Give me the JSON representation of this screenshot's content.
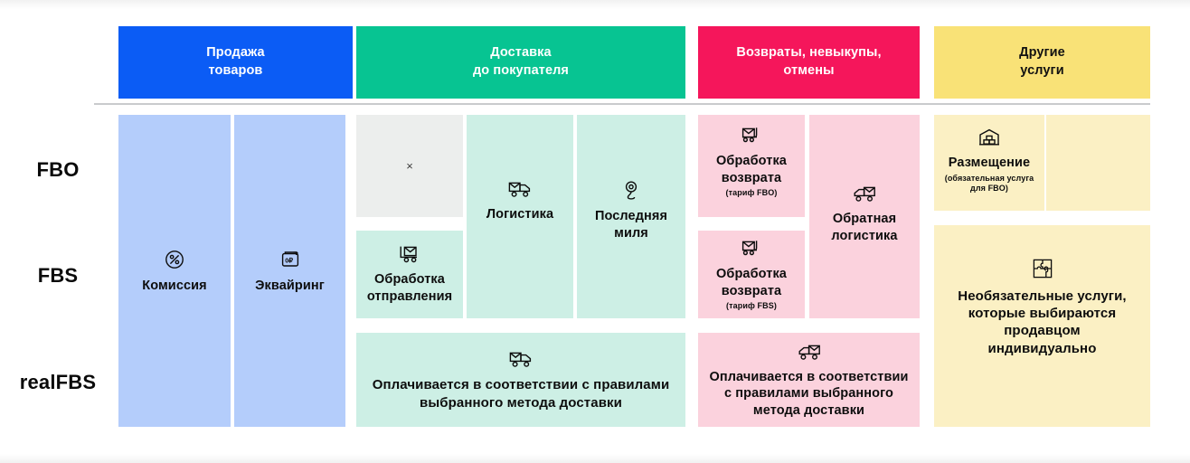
{
  "headers": [
    {
      "id": "sale",
      "label": "Продажа\nтоваров",
      "bg": "#0b5cf5",
      "fg": "#ffffff"
    },
    {
      "id": "delivery",
      "label": "Доставка\nдо покупателя",
      "bg": "#07c492",
      "fg": "#ffffff"
    },
    {
      "id": "returns",
      "label": "Возвраты, невыкупы,\nотмены",
      "bg": "#f5165b",
      "fg": "#ffffff"
    },
    {
      "id": "other",
      "label": "Другие\nуслуги",
      "bg": "#f9e277",
      "fg": "#111111"
    }
  ],
  "rows": [
    {
      "id": "fbo",
      "label": "FBO"
    },
    {
      "id": "fbs",
      "label": "FBS"
    },
    {
      "id": "realfbs",
      "label": "realFBS"
    }
  ],
  "palette": {
    "blue_header": "#0b5cf5",
    "green_header": "#07c492",
    "pink_header": "#f5165b",
    "yellow_header": "#f9e277",
    "blue_cell": "#b4cdfb",
    "mint_cell": "#cdefe5",
    "pink_cell": "#fbd2dd",
    "yellow_cell": "#fbf0c4",
    "grey_cell": "#eceeed",
    "divider": "#c9cbcd",
    "text_dark": "#0d0d0d"
  },
  "cells": {
    "commission": {
      "title": "Комиссия",
      "icon": "percent-circle-icon"
    },
    "acquiring": {
      "title": "Эквайринг",
      "icon": "card-zero-rub-icon"
    },
    "fbo_shipping_na": {
      "title": "×",
      "icon": "none"
    },
    "shipment_proc": {
      "title": "Обработка\nотправления",
      "icon": "parcel-cart-icon"
    },
    "logistics": {
      "title": "Логистика",
      "icon": "delivery-truck-icon"
    },
    "last_mile": {
      "title": "Последняя\nмиля",
      "icon": "map-pin-icon"
    },
    "return_fbo": {
      "title": "Обработка\nвозврата",
      "sub": "(тариф FBO)",
      "icon": "return-parcel-cart-icon"
    },
    "return_fbs": {
      "title": "Обработка\nвозврата",
      "sub": "(тариф FBS)",
      "icon": "return-parcel-cart-icon"
    },
    "reverse_logistics": {
      "title": "Обратная\nлогистика",
      "icon": "reverse-truck-icon"
    },
    "placement": {
      "title": "Размещение",
      "sub": "(обязательная услуга\nдля FBO)",
      "icon": "warehouse-icon"
    },
    "optional_services": {
      "title": "Необязательные услуги,\nкоторые выбираются\nпродавцом\nиндивидуально",
      "icon": "puzzle-icon"
    },
    "realfbs_delivery": {
      "title": "Оплачивается в соответствии с правилами\nвыбранного метода доставки",
      "icon": "delivery-truck-icon"
    },
    "realfbs_returns": {
      "title": "Оплачивается в соответствии\nс правилами выбранного\nметода доставки",
      "icon": "reverse-truck-icon"
    }
  }
}
